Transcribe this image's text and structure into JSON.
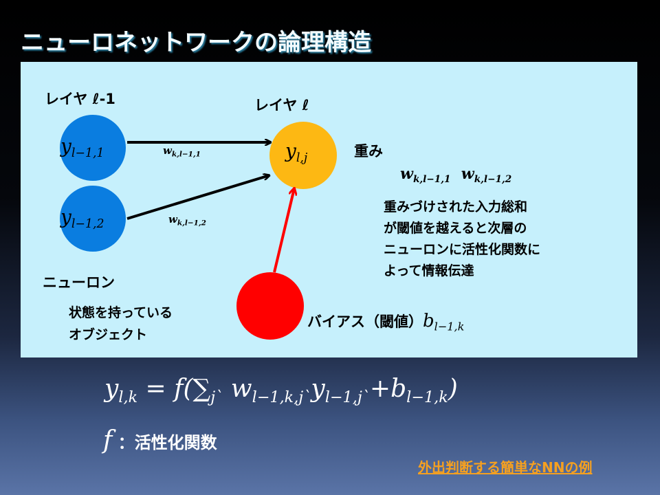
{
  "title": "ニューロネットワークの論理構造",
  "diagram": {
    "layer_prev": "レイヤ ℓ-1",
    "layer_cur": "レイヤ ℓ",
    "node1": {
      "main": "y",
      "sub": "l−1,1"
    },
    "node2": {
      "main": "y",
      "sub": "l−1,2"
    },
    "node_out": {
      "main": "y",
      "sub": "l,j"
    },
    "w1": {
      "main": "w",
      "sub": "k,l−1,1"
    },
    "w2": {
      "main": "w",
      "sub": "k,l−1,2"
    },
    "weight_label": "重み",
    "weights": [
      {
        "main": "w",
        "sub": "k,l−1,1"
      },
      {
        "main": "w",
        "sub": "k,l−1,2"
      }
    ],
    "description": [
      "重みづけされた入力総和",
      "が閾値を越えると次層の",
      "ニューロンに活性化関数に",
      "よって情報伝達"
    ],
    "neuron_label": "ニューロン",
    "neuron_desc": [
      "状態を持っている",
      "オブジェクト"
    ],
    "bias_label": "バイアス（閾値）",
    "bias": {
      "main": "b",
      "sub": "l−1,k"
    },
    "colors": {
      "input": "#0a7de0",
      "output": "#fdb813",
      "bias": "#ff0000"
    }
  },
  "formula": {
    "lhs": "y",
    "lhs_sub": "l,k",
    "eq": " = f(∑",
    "sum_sub": "j`",
    "w": "  w",
    "w_sub": "l−1,k,j`",
    "y": "y",
    "y_sub": "l−1,j`",
    "plus": "+b",
    "b_sub": "l−1,k",
    "close": ")"
  },
  "fdef": {
    "f": "f",
    "colon": " ：",
    "text": "活性化関数"
  },
  "link": "外出判断する簡単なNNの例"
}
